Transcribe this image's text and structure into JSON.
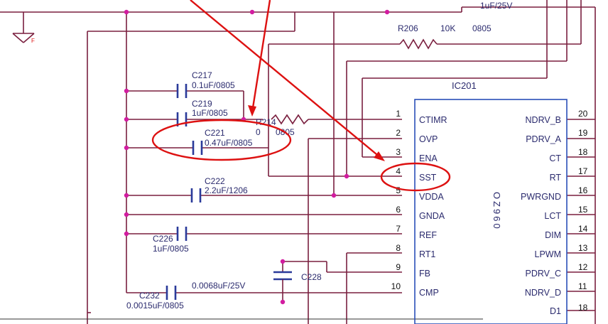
{
  "colors": {
    "wire": "#7a1f3f",
    "ic_body": "#2a4fb8",
    "cap": "#2a3a9a",
    "junction": "#d21ca0",
    "annotation": "#dd1111",
    "text": "#2b2b6e"
  },
  "top_partial_label": "1uF/25V",
  "ground_label": "F",
  "resistors": {
    "r206": {
      "ref": "R206",
      "value": "10K",
      "pkg": "0805"
    },
    "r214": {
      "ref": "R214",
      "value": "0",
      "pkg": "0805"
    }
  },
  "ic": {
    "ref": "IC201",
    "part": "OZ960",
    "left_pins": [
      {
        "num": "1",
        "name": "CTIMR"
      },
      {
        "num": "2",
        "name": "OVP"
      },
      {
        "num": "3",
        "name": "ENA"
      },
      {
        "num": "4",
        "name": "SST"
      },
      {
        "num": "5",
        "name": "VDDA"
      },
      {
        "num": "6",
        "name": "GNDA"
      },
      {
        "num": "7",
        "name": "REF"
      },
      {
        "num": "8",
        "name": "RT1"
      },
      {
        "num": "9",
        "name": "FB"
      },
      {
        "num": "10",
        "name": "CMP"
      }
    ],
    "right_pins": [
      {
        "num": "20",
        "name": "NDRV_B"
      },
      {
        "num": "19",
        "name": "PDRV_A"
      },
      {
        "num": "18",
        "name": "CT"
      },
      {
        "num": "17",
        "name": "RT"
      },
      {
        "num": "16",
        "name": "PWRGND"
      },
      {
        "num": "15",
        "name": "LCT"
      },
      {
        "num": "14",
        "name": "DIM"
      },
      {
        "num": "13",
        "name": "LPWM"
      },
      {
        "num": "12",
        "name": "PDRV_C"
      },
      {
        "num": "11",
        "name": "NDRV_D"
      },
      {
        "num": "18",
        "name": "D1"
      }
    ]
  },
  "capacitors": {
    "c217": {
      "ref": "C217",
      "value": "0.1uF/0805"
    },
    "c219": {
      "ref": "C219",
      "value": "1uF/0805"
    },
    "c221": {
      "ref": "C221",
      "value": "0.47uF/0805"
    },
    "c222": {
      "ref": "C222",
      "value": "2.2uF/1206"
    },
    "c226": {
      "ref": "C226",
      "value": "1uF/0805"
    },
    "c228": {
      "ref": "C228"
    },
    "c232": {
      "ref": "C232",
      "value": "0.0015uF/0805"
    },
    "cmp_cap_value": "0.0068uF/25V"
  }
}
